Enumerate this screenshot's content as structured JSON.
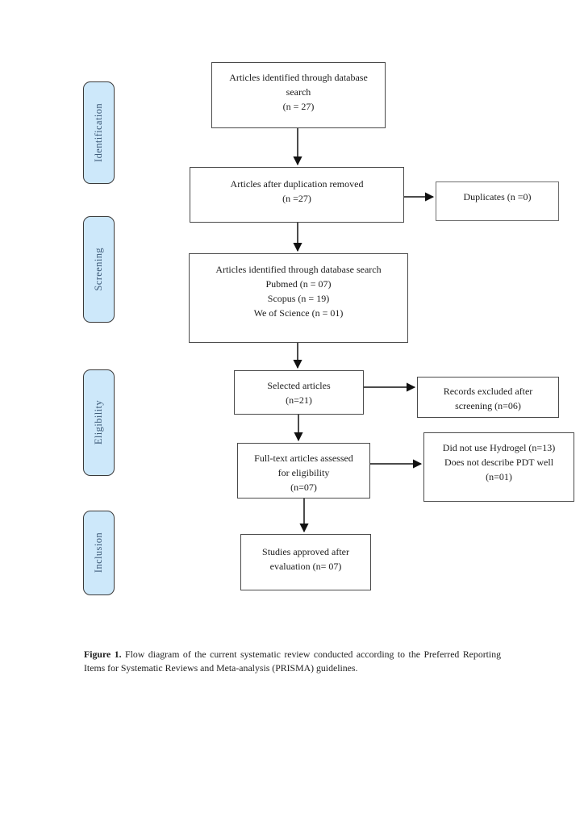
{
  "colors": {
    "stage_fill": "#cde8fa",
    "stage_border": "#3a3a3a",
    "stage_text": "#3d5a78",
    "box_border": "#4a4a4a",
    "arrow": "#111111"
  },
  "sidebar": {
    "stages": [
      {
        "label": "Identification"
      },
      {
        "label": "Screening"
      },
      {
        "label": "Eligibility"
      },
      {
        "label": "Inclusion"
      }
    ]
  },
  "flow": {
    "boxes": {
      "identified": {
        "text": "Articles identified through database\nsearch\n(n = 27)"
      },
      "after_duplication": {
        "text": "Articles after duplication removed\n(n =27)"
      },
      "duplicates": {
        "text": "Duplicates (n =0)"
      },
      "database_breakdown": {
        "text": "Articles identified through database search\nPubmed (n = 07)\nScopus (n = 19)\nWe of Science (n = 01)"
      },
      "selected": {
        "text": "Selected articles\n(n=21)"
      },
      "records_excluded": {
        "text": "Records excluded after\nscreening (n=06)"
      },
      "fulltext_assessed": {
        "text": "Full-text articles assessed\nfor eligibility\n(n=07)"
      },
      "fulltext_excluded": {
        "text": "Did not use Hydrogel (n=13)\nDoes not describe PDT well\n(n=01)"
      },
      "approved": {
        "text": "Studies approved after\nevaluation (n= 07)"
      }
    }
  },
  "caption": {
    "label": "Figure 1.",
    "text": "Flow diagram of the current systematic review conducted according to the Preferred Reporting Items for Systematic Reviews and Meta-analysis (PRISMA) guidelines."
  }
}
